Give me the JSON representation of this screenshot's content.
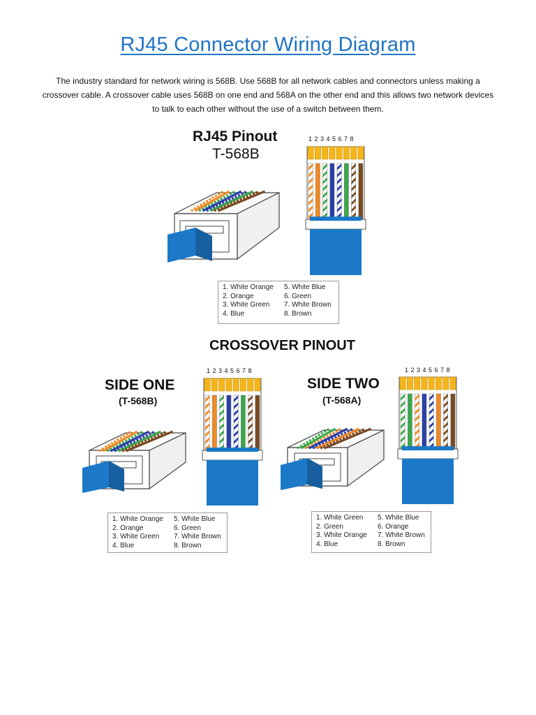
{
  "title": "RJ45 Connector Wiring Diagram",
  "intro": "The industry standard for network wiring is 568B. Use 568B for all network cables and connectors unless making a crossover cable. A crossover cable uses 568B on one end and 568A on the other end and this allows two network devices to talk to each other without the use of a switch between them.",
  "pinout": {
    "heading": "RJ45 Pinout",
    "standard": "T-568B",
    "pin_numbers": "1 2 3 4 5 6 7 8",
    "legend_left": [
      "1. White Orange",
      "2. Orange",
      "3. White Green",
      "4. Blue"
    ],
    "legend_right": [
      "5. White Blue",
      "6. Green",
      "7. White Brown",
      "8. Brown"
    ]
  },
  "crossover": {
    "heading": "CROSSOVER PINOUT",
    "side_one": {
      "heading": "SIDE ONE",
      "standard": "(T-568B)",
      "pin_numbers": "1 2 3 4 5 6 7 8",
      "legend_left": [
        "1. White Orange",
        "2. Orange",
        "3. White Green",
        "4. Blue"
      ],
      "legend_right": [
        "5. White Blue",
        "6. Green",
        "7. White Brown",
        "8. Brown"
      ]
    },
    "side_two": {
      "heading": "SIDE TWO",
      "standard": "(T-568A)",
      "pin_numbers": "1 2 3 4 5 6 7 8",
      "legend_left": [
        "1. White Green",
        "2. Green",
        "3. White Orange",
        "4. Blue"
      ],
      "legend_right": [
        "5. White Blue",
        "6. Orange",
        "7. White Brown",
        "8. Brown"
      ]
    }
  },
  "wire_colors": {
    "orange": "#f28a22",
    "green": "#3aa84a",
    "blue": "#2b3fa8",
    "brown": "#7a4a21",
    "white": "#ffffff",
    "cable": "#1b79c8",
    "gold": "#f5b51a"
  },
  "wiring": {
    "t568b": [
      [
        "white",
        "orange"
      ],
      [
        "orange",
        "orange"
      ],
      [
        "white",
        "green"
      ],
      [
        "blue",
        "blue"
      ],
      [
        "white",
        "blue"
      ],
      [
        "green",
        "green"
      ],
      [
        "white",
        "brown"
      ],
      [
        "brown",
        "brown"
      ]
    ],
    "t568a": [
      [
        "white",
        "green"
      ],
      [
        "green",
        "green"
      ],
      [
        "white",
        "orange"
      ],
      [
        "blue",
        "blue"
      ],
      [
        "white",
        "blue"
      ],
      [
        "orange",
        "orange"
      ],
      [
        "white",
        "brown"
      ],
      [
        "brown",
        "brown"
      ]
    ]
  }
}
